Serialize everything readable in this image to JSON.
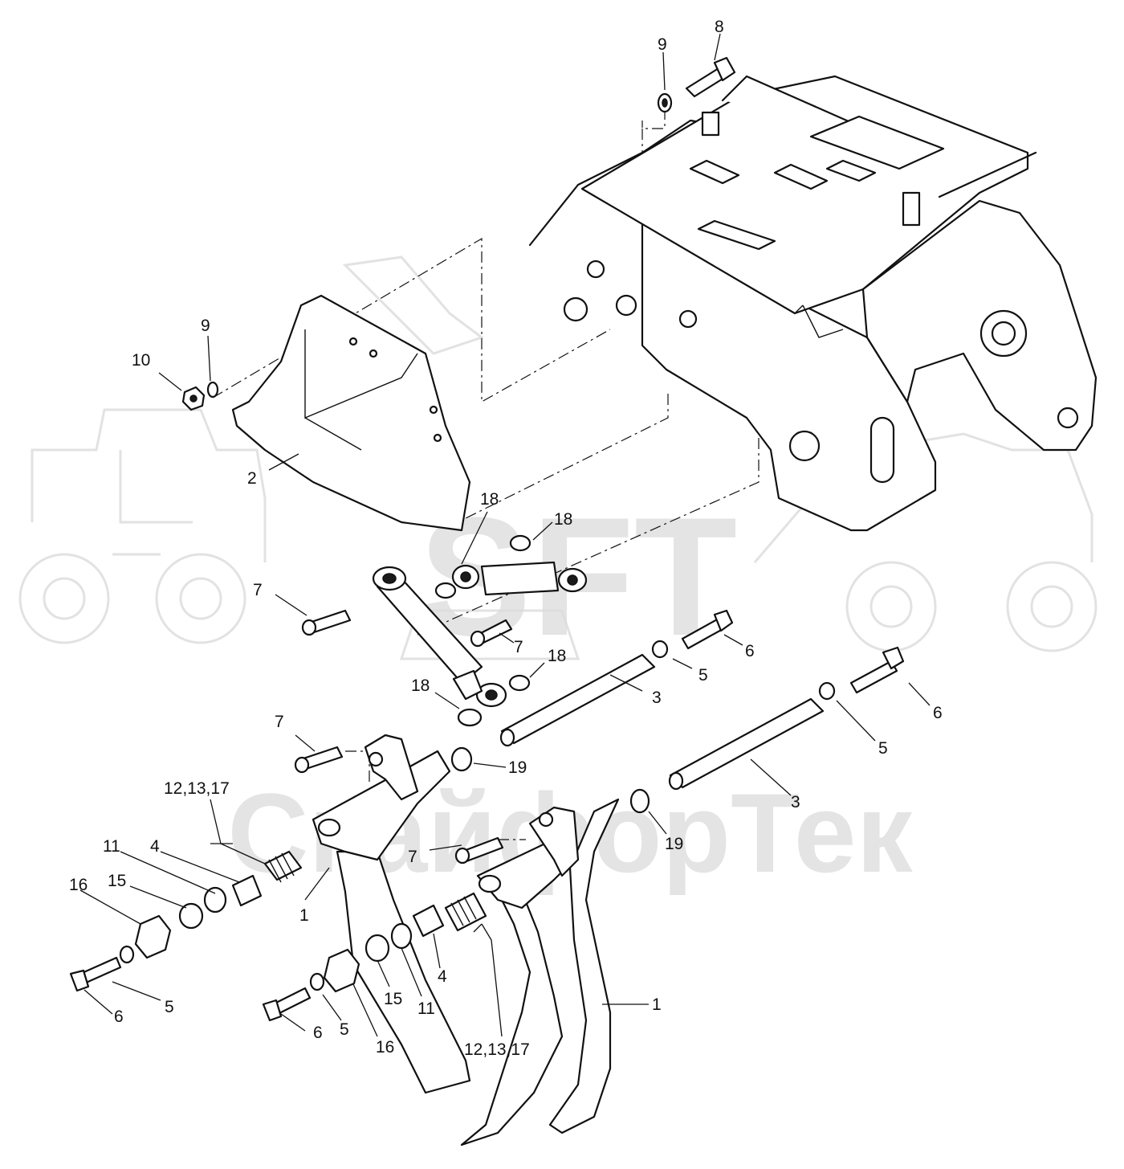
{
  "watermark": {
    "short": "SFT",
    "long": "СкайфорТек"
  },
  "callouts": [
    {
      "id": "c8",
      "text": "8"
    },
    {
      "id": "c9a",
      "text": "9"
    },
    {
      "id": "c9b",
      "text": "9"
    },
    {
      "id": "c10",
      "text": "10"
    },
    {
      "id": "c2",
      "text": "2"
    },
    {
      "id": "c18a",
      "text": "18"
    },
    {
      "id": "c18b",
      "text": "18"
    },
    {
      "id": "c18c",
      "text": "18"
    },
    {
      "id": "c18d",
      "text": "18"
    },
    {
      "id": "c7a",
      "text": "7"
    },
    {
      "id": "c7b",
      "text": "7"
    },
    {
      "id": "c7c",
      "text": "7"
    },
    {
      "id": "c7d",
      "text": "7"
    },
    {
      "id": "c6a",
      "text": "6"
    },
    {
      "id": "c6b",
      "text": "6"
    },
    {
      "id": "c6c",
      "text": "6"
    },
    {
      "id": "c6d",
      "text": "6"
    },
    {
      "id": "c5a",
      "text": "5"
    },
    {
      "id": "c5b",
      "text": "5"
    },
    {
      "id": "c5c",
      "text": "5"
    },
    {
      "id": "c5d",
      "text": "5"
    },
    {
      "id": "c3a",
      "text": "3"
    },
    {
      "id": "c3b",
      "text": "3"
    },
    {
      "id": "c19a",
      "text": "19"
    },
    {
      "id": "c19b",
      "text": "19"
    },
    {
      "id": "c12a",
      "text": "12,13,17"
    },
    {
      "id": "c12b",
      "text": "12,13,17"
    },
    {
      "id": "c11a",
      "text": "11"
    },
    {
      "id": "c11b",
      "text": "11"
    },
    {
      "id": "c4a",
      "text": "4"
    },
    {
      "id": "c4b",
      "text": "4"
    },
    {
      "id": "c16a",
      "text": "16"
    },
    {
      "id": "c16b",
      "text": "16"
    },
    {
      "id": "c15a",
      "text": "15"
    },
    {
      "id": "c15b",
      "text": "15"
    },
    {
      "id": "c1a",
      "text": "1"
    },
    {
      "id": "c1b",
      "text": "1"
    }
  ]
}
